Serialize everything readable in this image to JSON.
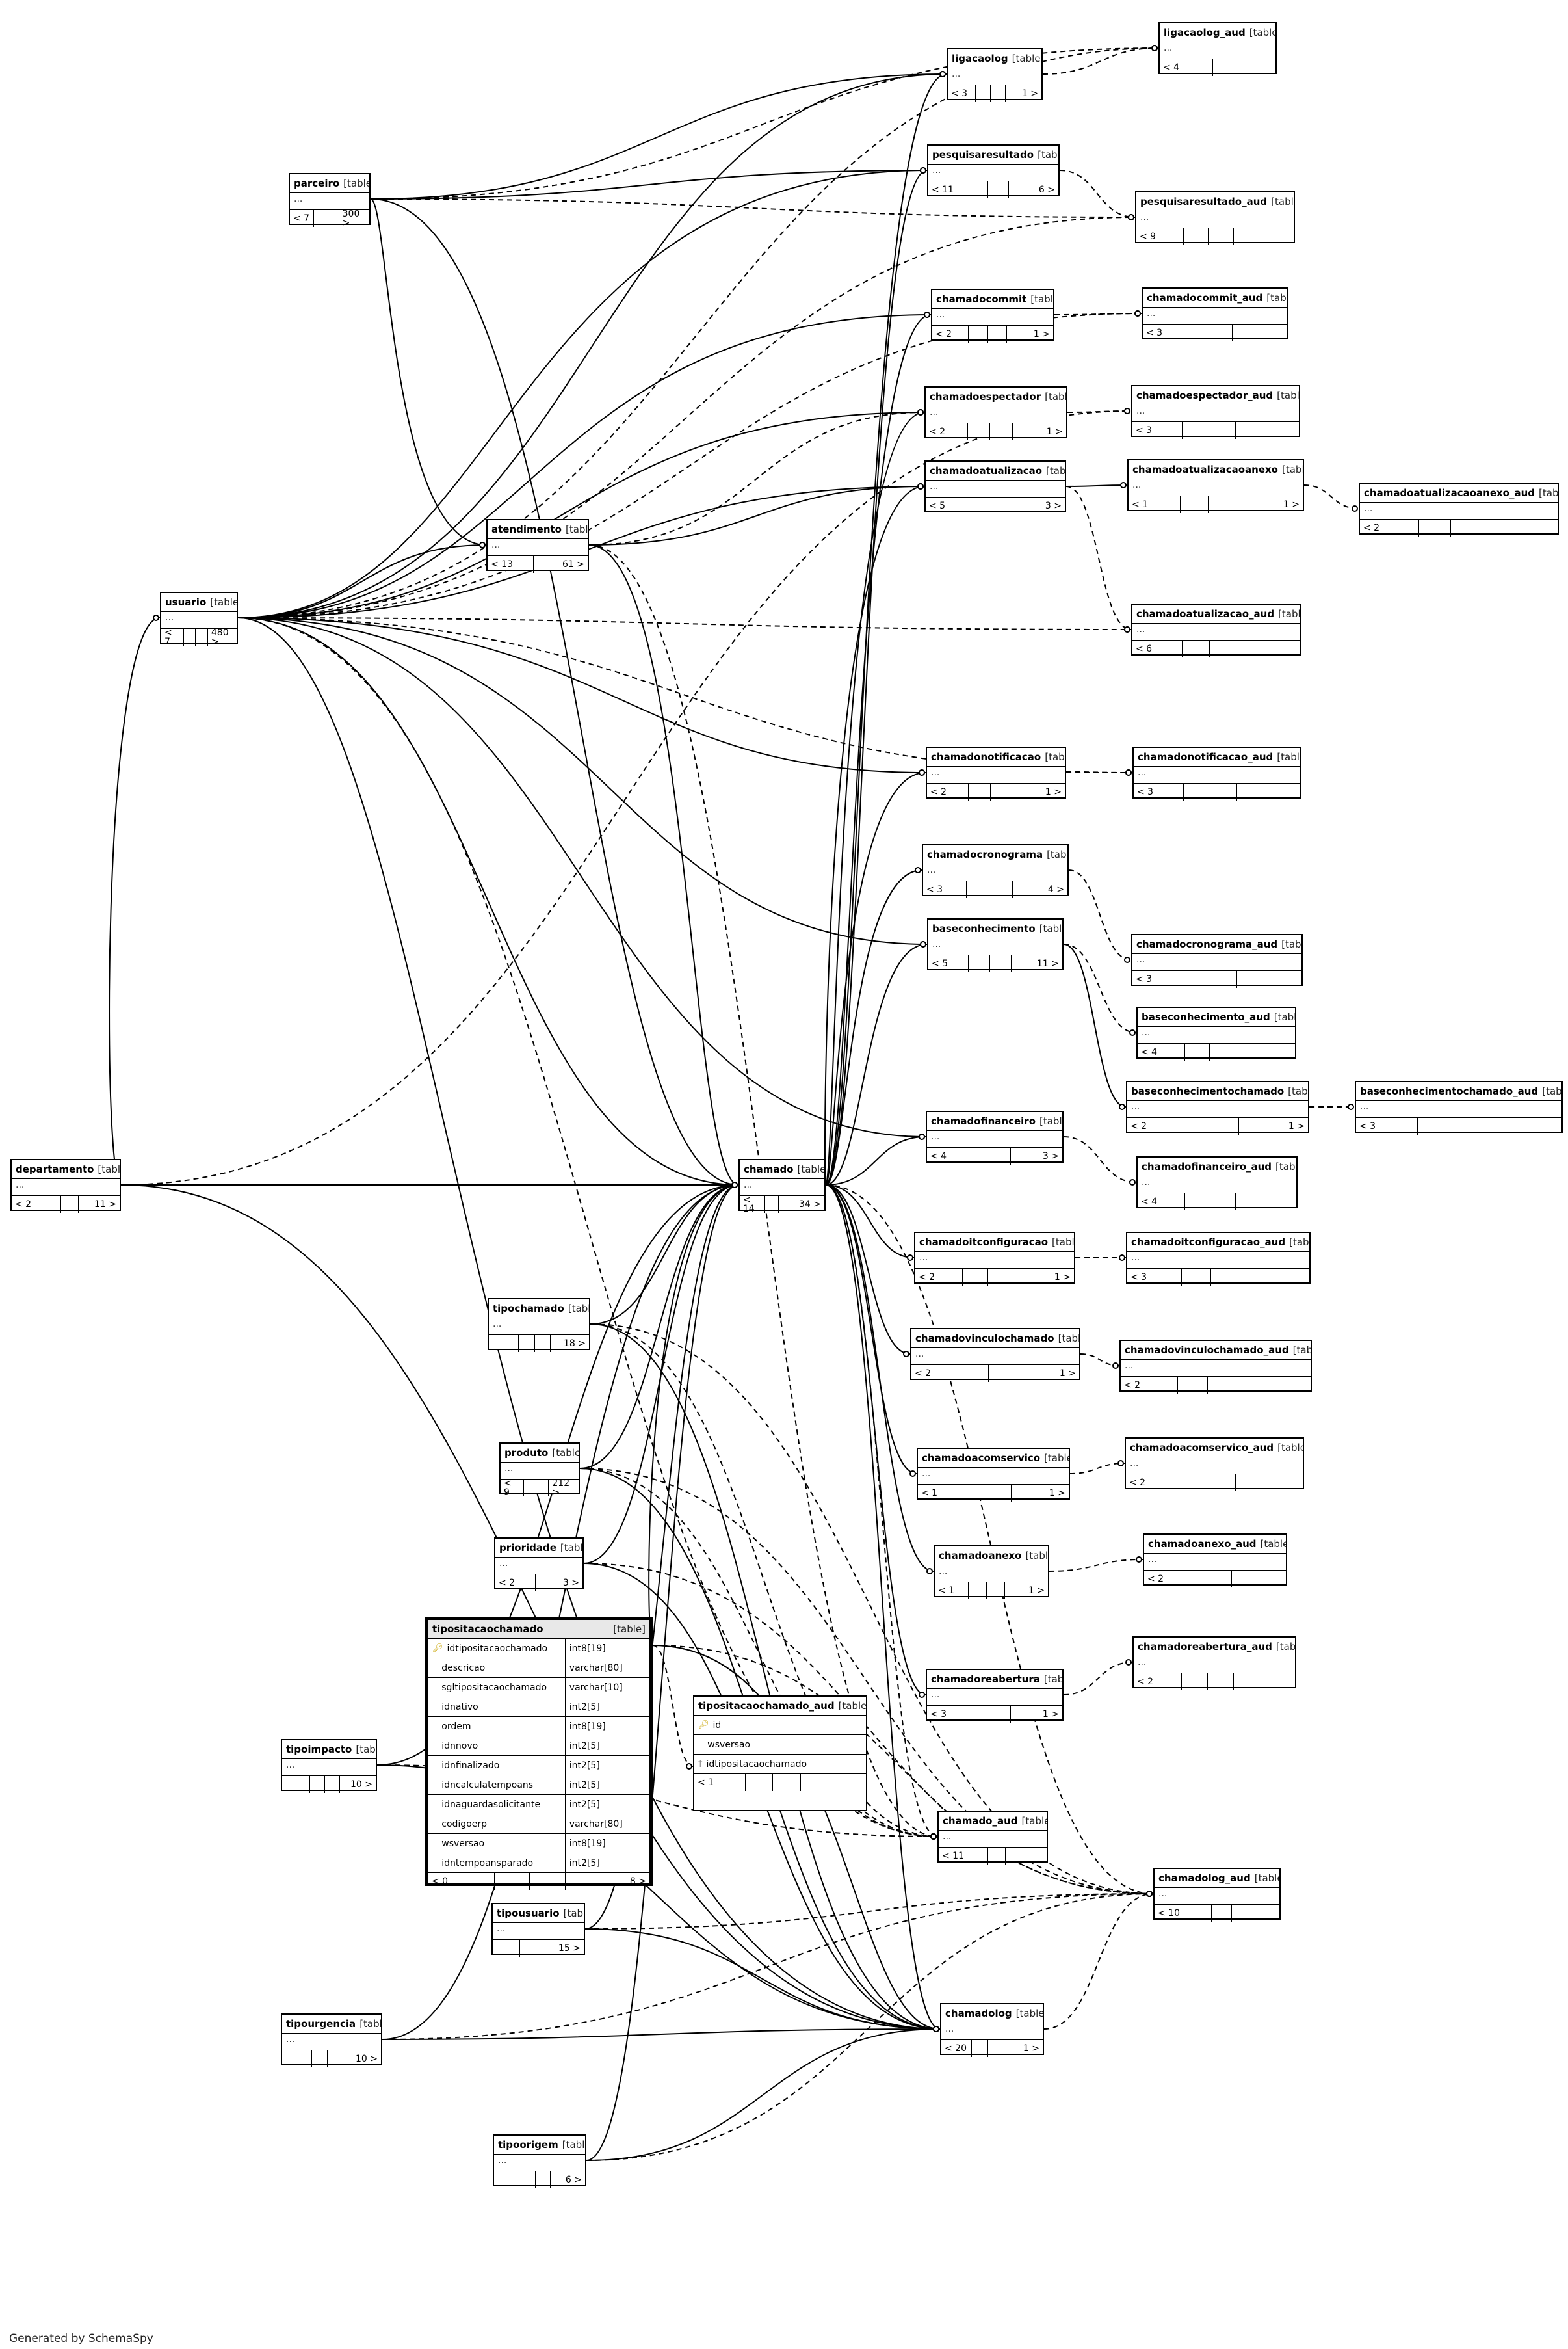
{
  "diagram": {
    "generator_label": "Generated by SchemaSpy",
    "table_tag": "[table]",
    "ellipsis": "...",
    "tables": [
      {
        "id": "ligacaolog_aud",
        "name": "ligacaolog_aud",
        "footer": [
          "< 4",
          "",
          "",
          ""
        ]
      },
      {
        "id": "ligacaolog",
        "name": "ligacaolog",
        "footer": [
          "< 3",
          "",
          "",
          "1 >"
        ]
      },
      {
        "id": "pesquisaresultado",
        "name": "pesquisaresultado",
        "footer": [
          "< 11",
          "",
          "",
          "6 >"
        ]
      },
      {
        "id": "pesquisaresultado_aud",
        "name": "pesquisaresultado_aud",
        "footer": [
          "< 9",
          "",
          "",
          ""
        ]
      },
      {
        "id": "parceiro",
        "name": "parceiro",
        "footer": [
          "< 7",
          "",
          "",
          "300 >"
        ]
      },
      {
        "id": "chamadocommit",
        "name": "chamadocommit",
        "footer": [
          "< 2",
          "",
          "",
          "1 >"
        ]
      },
      {
        "id": "chamadocommit_aud",
        "name": "chamadocommit_aud",
        "footer": [
          "< 3",
          "",
          "",
          ""
        ]
      },
      {
        "id": "chamadoespectador",
        "name": "chamadoespectador",
        "footer": [
          "< 2",
          "",
          "",
          "1 >"
        ]
      },
      {
        "id": "chamadoespectador_aud",
        "name": "chamadoespectador_aud",
        "footer": [
          "< 3",
          "",
          "",
          ""
        ]
      },
      {
        "id": "chamadoatualizacao",
        "name": "chamadoatualizacao",
        "footer": [
          "< 5",
          "",
          "",
          "3 >"
        ]
      },
      {
        "id": "chamadoatualizacaoanexo",
        "name": "chamadoatualizacaoanexo",
        "footer": [
          "< 1",
          "",
          "",
          "1 >"
        ]
      },
      {
        "id": "chamadoatualizacaoanexo_aud",
        "name": "chamadoatualizacaoanexo_aud",
        "footer": [
          "< 2",
          "",
          "",
          ""
        ]
      },
      {
        "id": "atendimento",
        "name": "atendimento",
        "footer": [
          "< 13",
          "",
          "",
          "61 >"
        ]
      },
      {
        "id": "usuario",
        "name": "usuario",
        "footer": [
          "< 7",
          "",
          "",
          "480 >"
        ]
      },
      {
        "id": "chamadoatualizacao_aud",
        "name": "chamadoatualizacao_aud",
        "footer": [
          "< 6",
          "",
          "",
          ""
        ]
      },
      {
        "id": "chamadonotificacao",
        "name": "chamadonotificacao",
        "footer": [
          "< 2",
          "",
          "",
          "1 >"
        ]
      },
      {
        "id": "chamadonotificacao_aud",
        "name": "chamadonotificacao_aud",
        "footer": [
          "< 3",
          "",
          "",
          ""
        ]
      },
      {
        "id": "chamadocronograma",
        "name": "chamadocronograma",
        "footer": [
          "< 3",
          "",
          "",
          "4 >"
        ]
      },
      {
        "id": "baseconhecimento",
        "name": "baseconhecimento",
        "footer": [
          "< 5",
          "",
          "",
          "11 >"
        ]
      },
      {
        "id": "chamadocronograma_aud",
        "name": "chamadocronograma_aud",
        "footer": [
          "< 3",
          "",
          "",
          ""
        ]
      },
      {
        "id": "baseconhecimento_aud",
        "name": "baseconhecimento_aud",
        "footer": [
          "< 4",
          "",
          "",
          ""
        ]
      },
      {
        "id": "baseconhecimentochamado",
        "name": "baseconhecimentochamado",
        "footer": [
          "< 2",
          "",
          "",
          "1 >"
        ]
      },
      {
        "id": "baseconhecimentochamado_aud",
        "name": "baseconhecimentochamado_aud",
        "footer": [
          "< 3",
          "",
          "",
          ""
        ]
      },
      {
        "id": "chamadofinanceiro",
        "name": "chamadofinanceiro",
        "footer": [
          "< 4",
          "",
          "",
          "3 >"
        ]
      },
      {
        "id": "chamadofinanceiro_aud",
        "name": "chamadofinanceiro_aud",
        "footer": [
          "< 4",
          "",
          "",
          ""
        ]
      },
      {
        "id": "departamento",
        "name": "departamento",
        "footer": [
          "< 2",
          "",
          "",
          "11 >"
        ]
      },
      {
        "id": "chamado",
        "name": "chamado",
        "footer": [
          "< 14",
          "",
          "",
          "34 >"
        ]
      },
      {
        "id": "chamadoitconfiguracao",
        "name": "chamadoitconfiguracao",
        "footer": [
          "< 2",
          "",
          "",
          "1 >"
        ]
      },
      {
        "id": "chamadoitconfiguracao_aud",
        "name": "chamadoitconfiguracao_aud",
        "footer": [
          "< 3",
          "",
          "",
          ""
        ]
      },
      {
        "id": "tipochamado",
        "name": "tipochamado",
        "footer": [
          "",
          "",
          "",
          "18 >"
        ]
      },
      {
        "id": "chamadovinculochamado",
        "name": "chamadovinculochamado",
        "footer": [
          "< 2",
          "",
          "",
          "1 >"
        ]
      },
      {
        "id": "chamadovinculochamado_aud",
        "name": "chamadovinculochamado_aud",
        "footer": [
          "< 2",
          "",
          "",
          ""
        ]
      },
      {
        "id": "produto",
        "name": "produto",
        "footer": [
          "< 9",
          "",
          "",
          "212 >"
        ]
      },
      {
        "id": "chamadoacomservico",
        "name": "chamadoacomservico",
        "footer": [
          "< 1",
          "",
          "",
          "1 >"
        ]
      },
      {
        "id": "chamadoacomservico_aud",
        "name": "chamadoacomservico_aud",
        "footer": [
          "< 2",
          "",
          "",
          ""
        ]
      },
      {
        "id": "prioridade",
        "name": "prioridade",
        "footer": [
          "< 2",
          "",
          "",
          "3 >"
        ]
      },
      {
        "id": "chamadoanexo",
        "name": "chamadoanexo",
        "footer": [
          "< 1",
          "",
          "",
          "1 >"
        ]
      },
      {
        "id": "chamadoanexo_aud",
        "name": "chamadoanexo_aud",
        "footer": [
          "< 2",
          "",
          "",
          ""
        ]
      },
      {
        "id": "chamadoreabertura",
        "name": "chamadoreabertura",
        "footer": [
          "< 3",
          "",
          "",
          "1 >"
        ]
      },
      {
        "id": "chamadoreabertura_aud",
        "name": "chamadoreabertura_aud",
        "footer": [
          "< 2",
          "",
          "",
          ""
        ]
      },
      {
        "id": "tipoimpacto",
        "name": "tipoimpacto",
        "footer": [
          "",
          "",
          "",
          "10 >"
        ]
      },
      {
        "id": "chamado_aud",
        "name": "chamado_aud",
        "footer": [
          "< 11",
          "",
          "",
          ""
        ]
      },
      {
        "id": "chamadolog_aud",
        "name": "chamadolog_aud",
        "footer": [
          "< 10",
          "",
          "",
          ""
        ]
      },
      {
        "id": "tipousuario",
        "name": "tipousuario",
        "footer": [
          "",
          "",
          "",
          "15 >"
        ]
      },
      {
        "id": "tipourgencia",
        "name": "tipourgencia",
        "footer": [
          "",
          "",
          "",
          "10 >"
        ]
      },
      {
        "id": "chamadolog",
        "name": "chamadolog",
        "footer": [
          "< 20",
          "",
          "",
          "1 >"
        ]
      },
      {
        "id": "tipoorigem",
        "name": "tipoorigem",
        "footer": [
          "",
          "",
          "",
          "6 >"
        ]
      }
    ],
    "focus_table": {
      "name": "tipositacaochamado",
      "columns": [
        {
          "name": "idtipositacaochamado",
          "type": "int8[19]",
          "key": "pk"
        },
        {
          "name": "descricao",
          "type": "varchar[80]",
          "key": ""
        },
        {
          "name": "sgltipositacaochamado",
          "type": "varchar[10]",
          "key": ""
        },
        {
          "name": "idnativo",
          "type": "int2[5]",
          "key": ""
        },
        {
          "name": "ordem",
          "type": "int8[19]",
          "key": ""
        },
        {
          "name": "idnnovo",
          "type": "int2[5]",
          "key": ""
        },
        {
          "name": "idnfinalizado",
          "type": "int2[5]",
          "key": ""
        },
        {
          "name": "idncalculatempoans",
          "type": "int2[5]",
          "key": ""
        },
        {
          "name": "idnaguardasolicitante",
          "type": "int2[5]",
          "key": ""
        },
        {
          "name": "codigoerp",
          "type": "varchar[80]",
          "key": ""
        },
        {
          "name": "wsversao",
          "type": "int8[19]",
          "key": ""
        },
        {
          "name": "idntempoansparado",
          "type": "int2[5]",
          "key": ""
        }
      ],
      "footer": [
        "< 0",
        "",
        "",
        "8 >"
      ]
    },
    "aud_table": {
      "name": "tipositacaochamado_aud",
      "columns": [
        {
          "name": "id",
          "key": "pk"
        },
        {
          "name": "wsversao",
          "key": ""
        },
        {
          "name": "idtipositacaochamado",
          "key": "fk"
        }
      ],
      "footer": [
        "< 1",
        "",
        "",
        ""
      ]
    }
  }
}
